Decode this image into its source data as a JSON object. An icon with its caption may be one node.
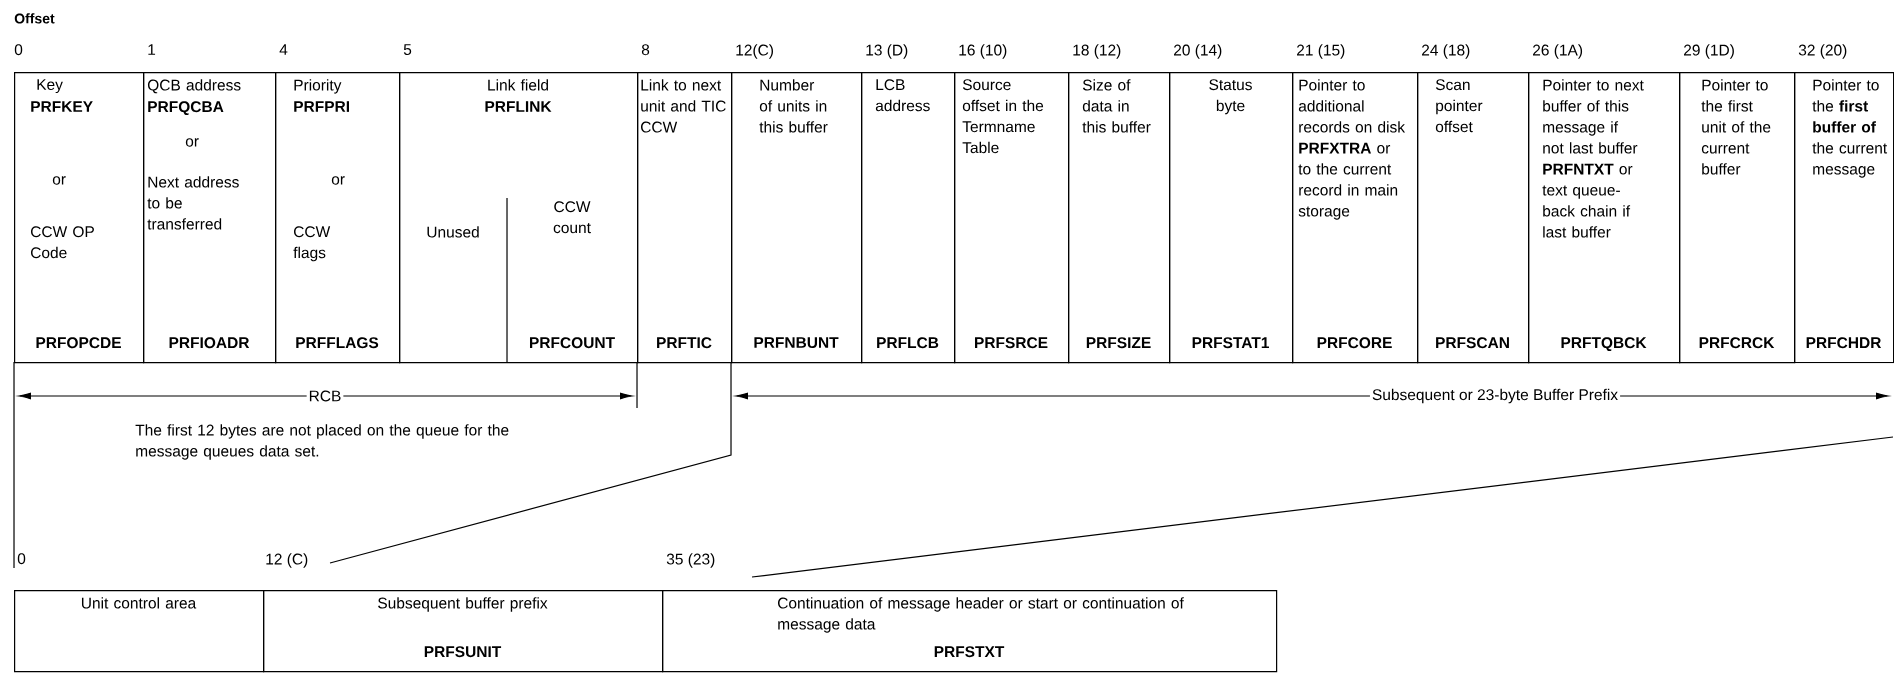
{
  "diagram": {
    "nodes": [
      {
        "text": [
          "Key",
          "PRFKEY",
          "or",
          "CCW OP Code",
          "PRFOPCDE"
        ]
      },
      {
        "text": [
          "QCB address",
          "PRFQCBA",
          "or",
          "Next address to be transferred",
          "PRFIOADR"
        ]
      },
      {
        "text": [
          "Priority",
          "PRFPRI",
          "or",
          "CCW flags",
          "PRFFLAGS"
        ]
      },
      {
        "text": [
          "Link field",
          "PRFLINK",
          "Unused",
          "CCW count",
          "PRFCOUNT"
        ]
      },
      {
        "text": [
          "Link to next unit and TIC CCW",
          "PRFTIC"
        ]
      },
      {
        "text": [
          "Number of units in this buffer",
          "PRFNBUNT"
        ]
      },
      {
        "text": [
          "LCB address",
          "PRFLCB"
        ]
      },
      {
        "text": [
          "Source offset in the Termname Table",
          "PRFSRCE"
        ]
      },
      {
        "text": [
          "Size of data in this buffer",
          "PRFSIZE"
        ]
      },
      {
        "text": [
          "Status byte",
          "PRFSTAT1"
        ]
      },
      {
        "text": [
          "Pointer to additional records on disk **PRFXTRA** or to the current record in main storage",
          "PRFCORE"
        ]
      },
      {
        "text": [
          "Scan pointer offset",
          "PRFSCAN"
        ]
      },
      {
        "text": [
          "Pointer to next buffer of this message if not last buffer **PRFNTXT** or text queue-back chain if last buffer",
          "PRFTQBCK"
        ]
      },
      {
        "text": [
          "Pointer to the first unit of the current buffer",
          "PRFCRCK"
        ]
      },
      {
        "text": [
          "Pointer to the **first buffer of** the current message",
          "PRFCHDR"
        ]
      },
      {
        "text": [
          "Unit control area"
        ]
      },
      {
        "text": [
          "Subsequent buffer prefix",
          "PRFSUNIT"
        ]
      },
      {
        "text": [
          "Continuation of message header or start or continuation of message data",
          "PRFSTXT"
        ]
      }
    ],
    "labels": [
      "Offset",
      "0",
      "1",
      "4",
      "5",
      "8",
      "12(C)",
      "13 (D)",
      "16 (10)",
      "18 (12)",
      "20 (14)",
      "21 (15)",
      "24 (18)",
      "26 (1A)",
      "29 (1D)",
      "32 (20)",
      "RCB",
      "Subsequent or 23-byte Buffer Prefix",
      "The first 12 bytes are not placed on the queue for the message queues data set.",
      "0",
      "12 (C)",
      "35 (23)"
    ]
  }
}
